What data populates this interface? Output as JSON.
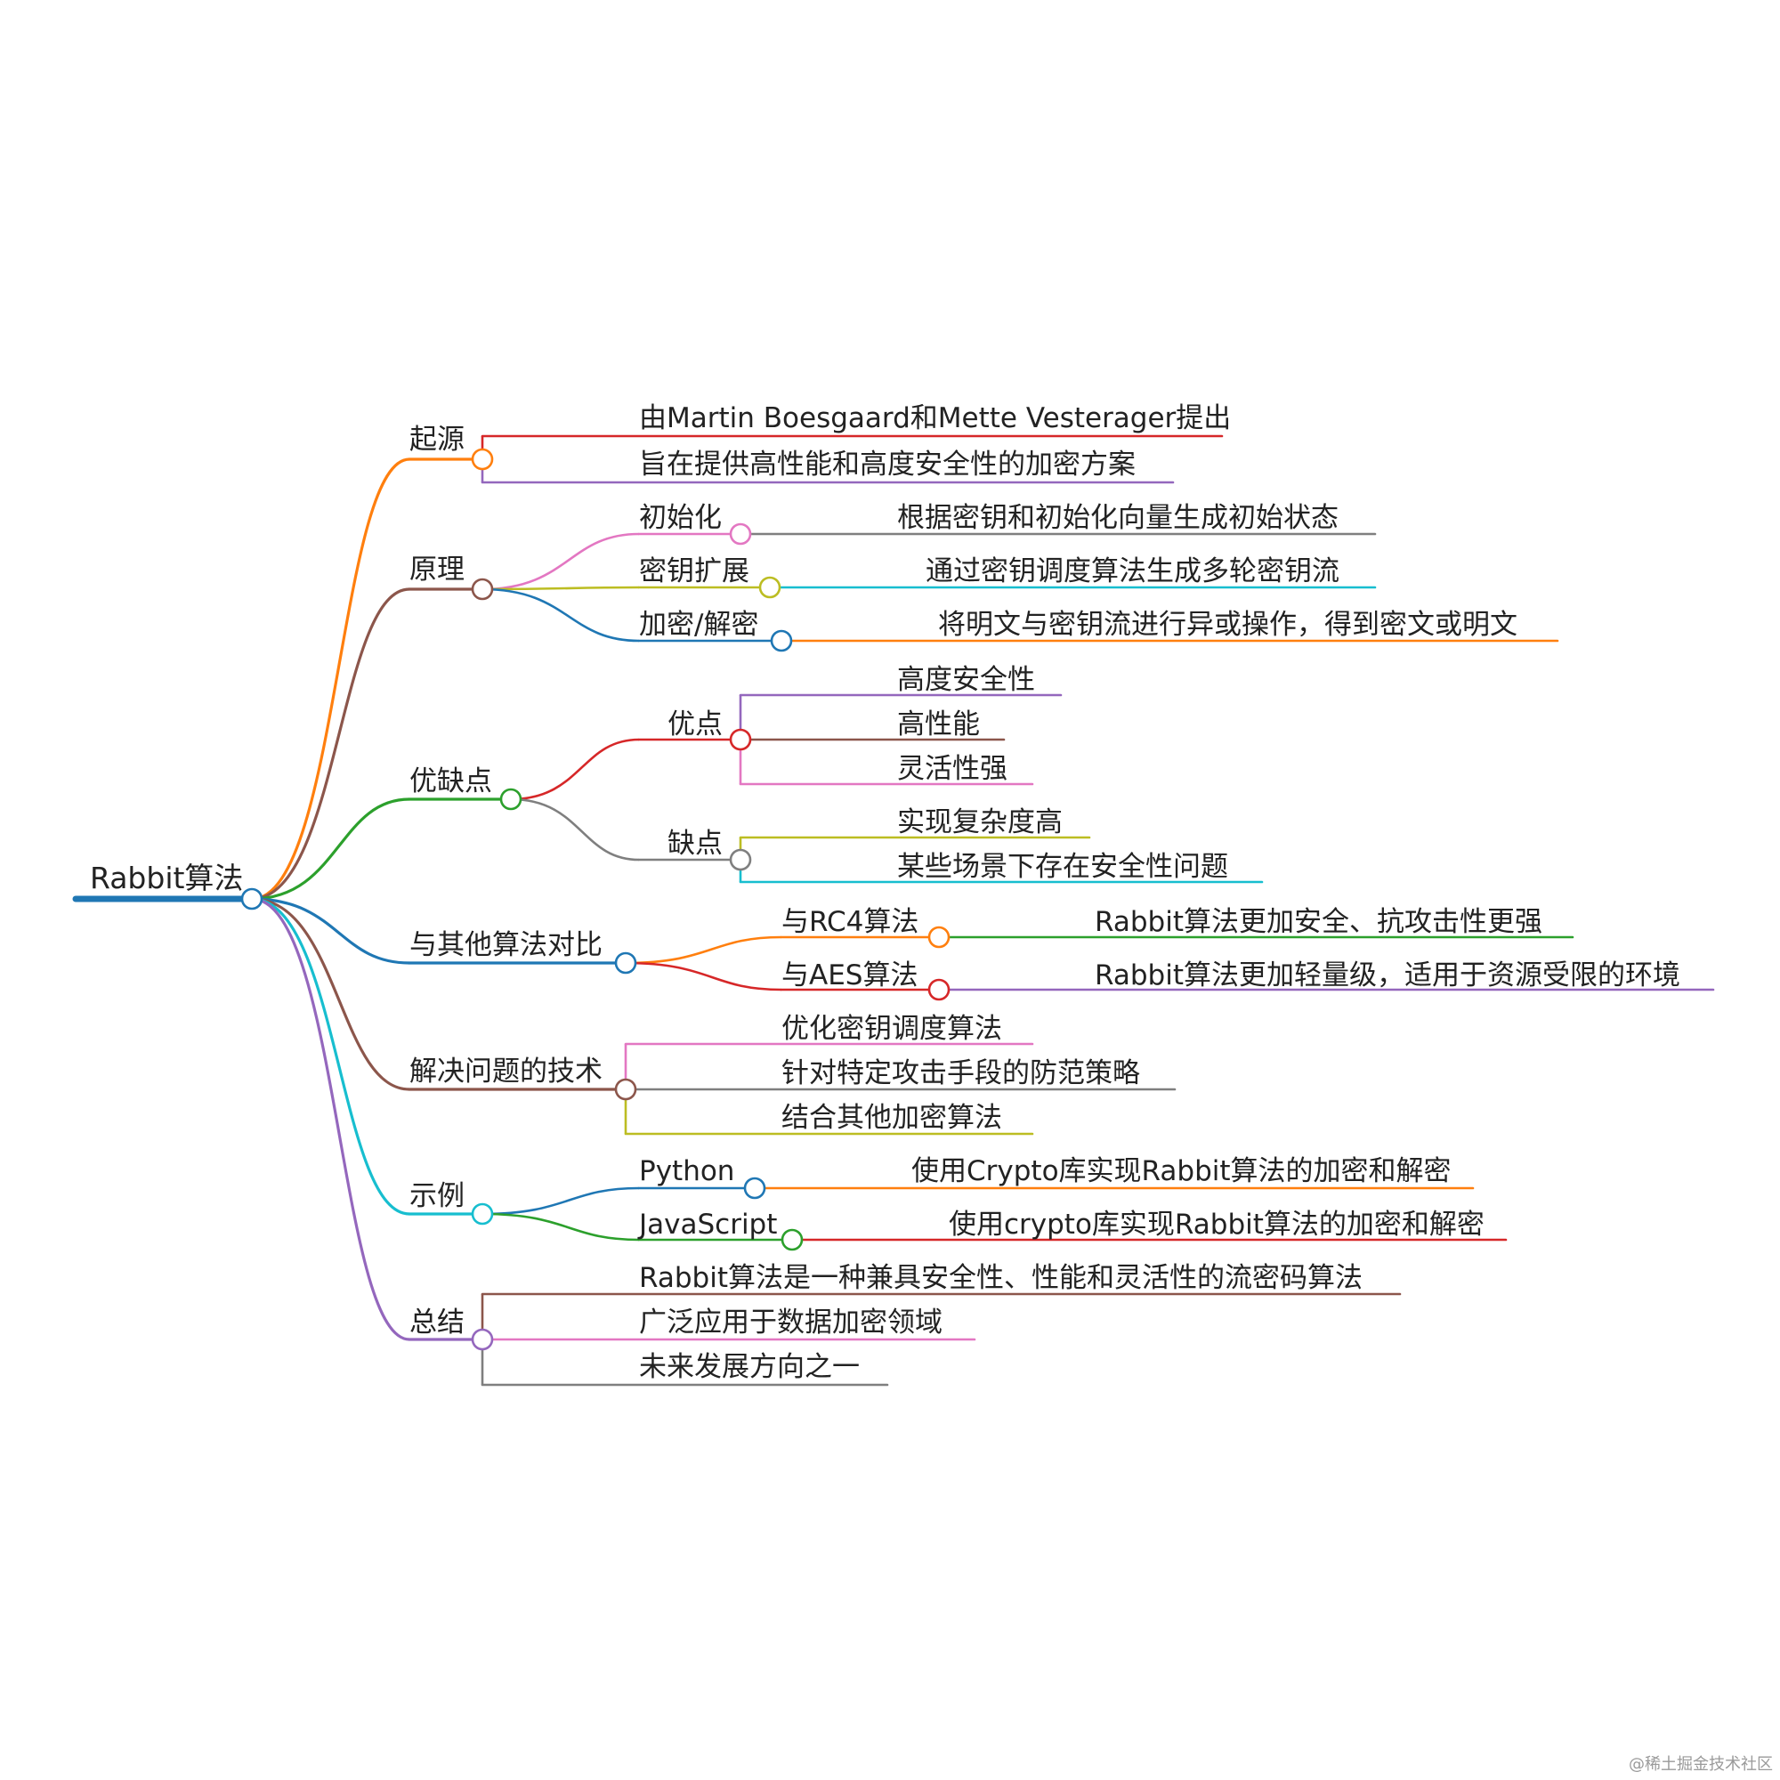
{
  "mindmap": {
    "root": {
      "label": "Rabbit算法",
      "color": "#1f77b4",
      "children": [
        {
          "label": "起源",
          "color": "#ff7f0e",
          "children": [
            {
              "label": "由Martin Boesgaard和Mette Vesterager提出",
              "color": "#d62728"
            },
            {
              "label": "旨在提供高性能和高度安全性的加密方案",
              "color": "#9467bd"
            }
          ]
        },
        {
          "label": "原理",
          "color": "#8c564b",
          "children": [
            {
              "label": "初始化",
              "color": "#e377c2",
              "children": [
                {
                  "label": "根据密钥和初始化向量生成初始状态",
                  "color": "#7f7f7f"
                }
              ]
            },
            {
              "label": "密钥扩展",
              "color": "#bcbd22",
              "children": [
                {
                  "label": "通过密钥调度算法生成多轮密钥流",
                  "color": "#17becf"
                }
              ]
            },
            {
              "label": "加密/解密",
              "color": "#1f77b4",
              "children": [
                {
                  "label": "将明文与密钥流进行异或操作，得到密文或明文",
                  "color": "#ff7f0e"
                }
              ]
            }
          ]
        },
        {
          "label": "优缺点",
          "color": "#2ca02c",
          "children": [
            {
              "label": "优点",
              "color": "#d62728",
              "children": [
                {
                  "label": "高度安全性",
                  "color": "#9467bd"
                },
                {
                  "label": "高性能",
                  "color": "#8c564b"
                },
                {
                  "label": "灵活性强",
                  "color": "#e377c2"
                }
              ]
            },
            {
              "label": "缺点",
              "color": "#7f7f7f",
              "children": [
                {
                  "label": "实现复杂度高",
                  "color": "#bcbd22"
                },
                {
                  "label": "某些场景下存在安全性问题",
                  "color": "#17becf"
                }
              ]
            }
          ]
        },
        {
          "label": "与其他算法对比",
          "color": "#1f77b4",
          "children": [
            {
              "label": "与RC4算法",
              "color": "#ff7f0e",
              "children": [
                {
                  "label": "Rabbit算法更加安全、抗攻击性更强",
                  "color": "#2ca02c"
                }
              ]
            },
            {
              "label": "与AES算法",
              "color": "#d62728",
              "children": [
                {
                  "label": "Rabbit算法更加轻量级，适用于资源受限的环境",
                  "color": "#9467bd"
                }
              ]
            }
          ]
        },
        {
          "label": "解决问题的技术",
          "color": "#8c564b",
          "children": [
            {
              "label": "优化密钥调度算法",
              "color": "#e377c2"
            },
            {
              "label": "针对特定攻击手段的防范策略",
              "color": "#7f7f7f"
            },
            {
              "label": "结合其他加密算法",
              "color": "#bcbd22"
            }
          ]
        },
        {
          "label": "示例",
          "color": "#17becf",
          "children": [
            {
              "label": "Python",
              "color": "#1f77b4",
              "children": [
                {
                  "label": "使用Crypto库实现Rabbit算法的加密和解密",
                  "color": "#ff7f0e"
                }
              ]
            },
            {
              "label": "JavaScript",
              "color": "#2ca02c",
              "children": [
                {
                  "label": "使用crypto库实现Rabbit算法的加密和解密",
                  "color": "#d62728"
                }
              ]
            }
          ]
        },
        {
          "label": "总结",
          "color": "#9467bd",
          "children": [
            {
              "label": "Rabbit算法是一种兼具安全性、性能和灵活性的流密码算法",
              "color": "#8c564b"
            },
            {
              "label": "广泛应用于数据加密领域",
              "color": "#e377c2"
            },
            {
              "label": "未来发展方向之一",
              "color": "#7f7f7f"
            }
          ]
        }
      ]
    }
  },
  "watermark": "@稀土掘金技术社区"
}
